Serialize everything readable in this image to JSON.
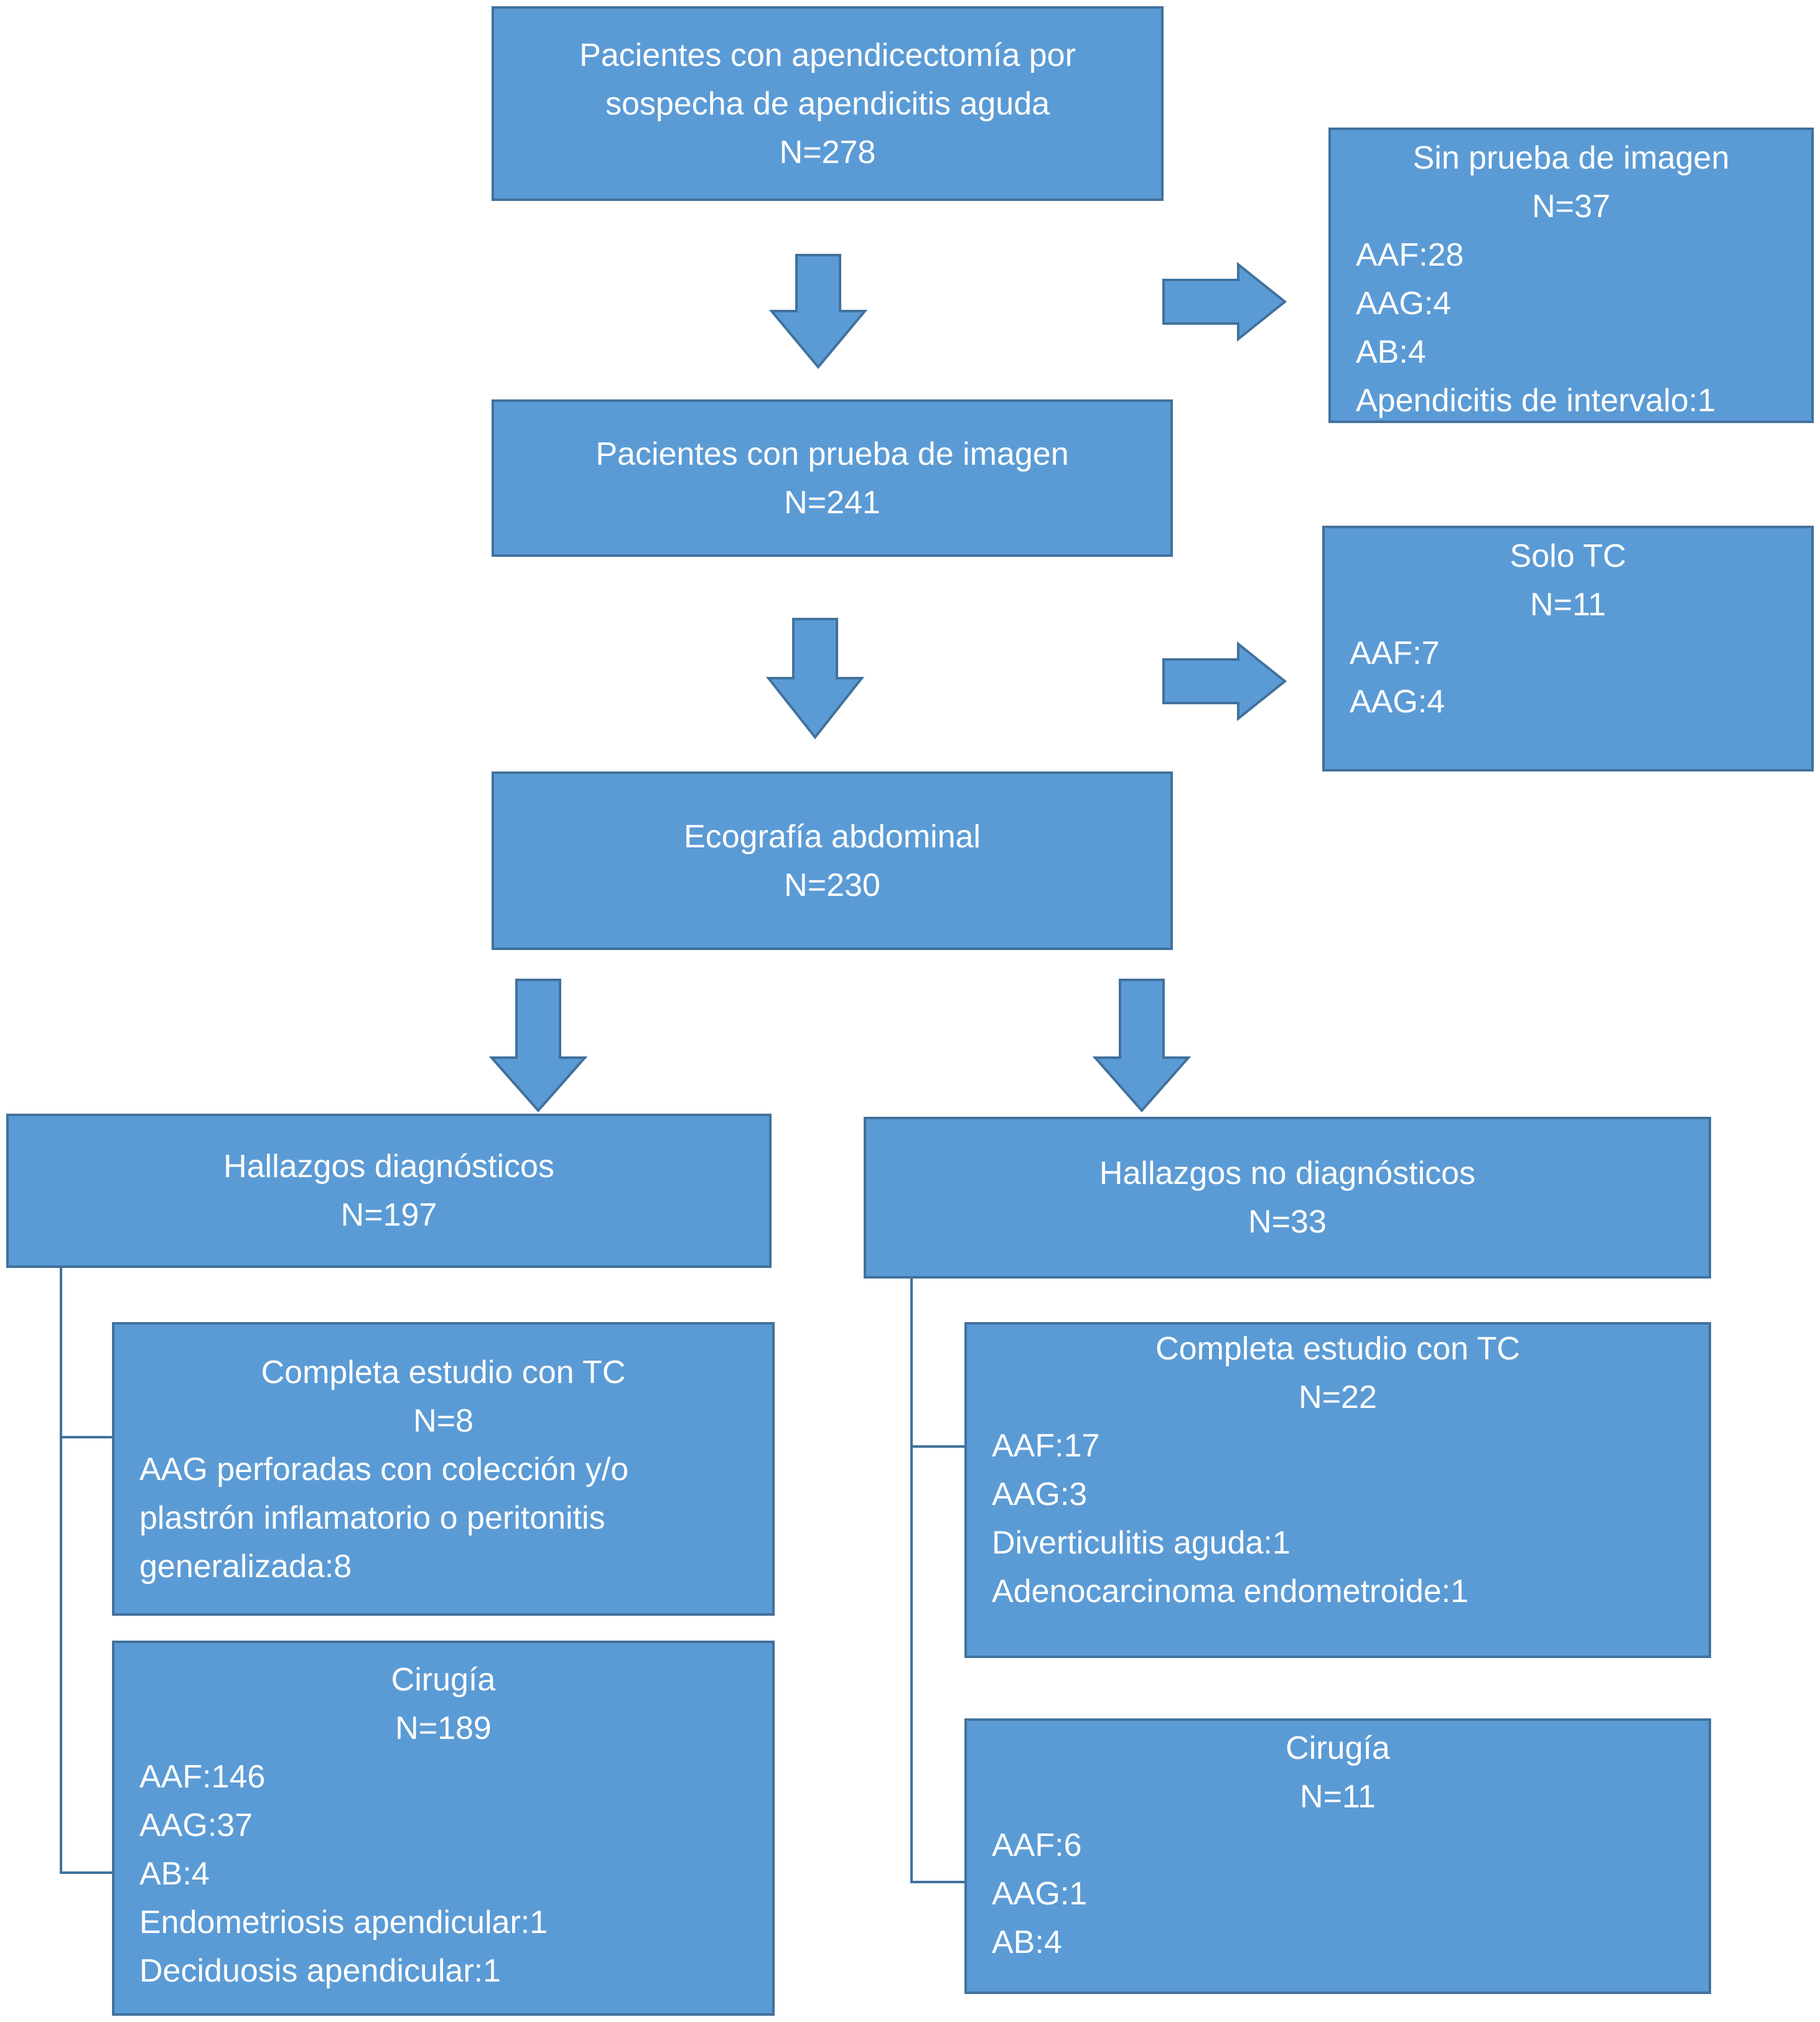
{
  "colors": {
    "box_fill": "#5b9bd5",
    "box_border": "#41719c",
    "text": "#ffffff",
    "connector": "#41719c"
  },
  "boxes": {
    "root": {
      "lines": [
        "Pacientes con apendicectomía por",
        "sospecha de apendicitis aguda"
      ],
      "n": "N=278"
    },
    "no_imaging": {
      "title": "Sin prueba de imagen",
      "n": "N=37",
      "items": [
        "AAF:28",
        "AAG:4",
        "AB:4",
        "Apendicitis de intervalo:1"
      ]
    },
    "imaging": {
      "title": "Pacientes con prueba de imagen",
      "n": "N=241"
    },
    "ct_only": {
      "title": "Solo TC",
      "n": "N=11",
      "items": [
        "AAF:7",
        "AAG:4"
      ]
    },
    "ultrasound": {
      "title": "Ecografía abdominal",
      "n": "N=230"
    },
    "diagnostic": {
      "title": "Hallazgos diagnósticos",
      "n": "N=197"
    },
    "non_diagnostic": {
      "title": "Hallazgos no diagnósticos",
      "n": "N=33"
    },
    "diag_ct": {
      "title": "Completa estudio con TC",
      "n": "N=8",
      "text": "AAG  perforadas con colección y/o plastrón inflamatorio o peritonitis generalizada:8"
    },
    "diag_surgery": {
      "title": "Cirugía",
      "n": "N=189",
      "items": [
        "AAF:146",
        "AAG:37",
        "AB:4",
        "Endometriosis apendicular:1",
        "Deciduosis apendicular:1"
      ]
    },
    "nondiag_ct": {
      "title": "Completa estudio con TC",
      "n": "N=22",
      "items": [
        "AAF:17",
        "AAG:3",
        "Diverticulitis aguda:1",
        "Adenocarcinoma endometroide:1"
      ]
    },
    "nondiag_surgery": {
      "title": "Cirugía",
      "n": "N=11",
      "items": [
        "AAF:6",
        "AAG:1",
        "AB:4"
      ]
    }
  }
}
